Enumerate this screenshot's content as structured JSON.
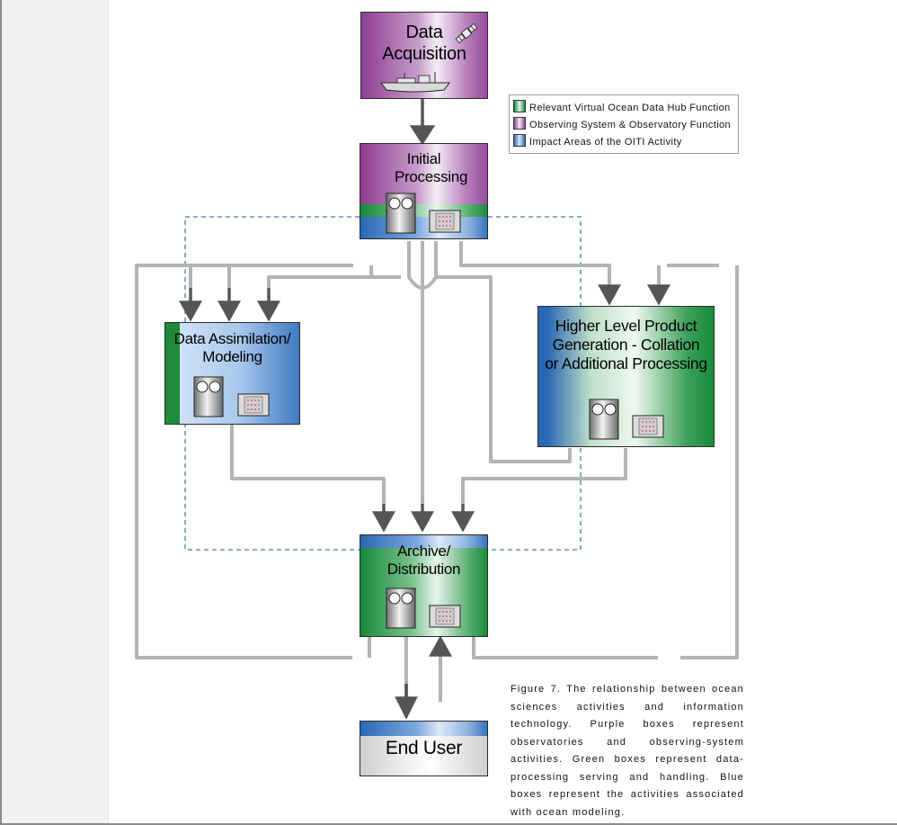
{
  "diagram": {
    "nodes": {
      "data_acquisition": {
        "title": "Data Acquisition"
      },
      "initial_processing": {
        "title": "Initial Processing"
      },
      "data_assimilation": {
        "title": "Data Assimilation/ Modeling"
      },
      "higher_level": {
        "title": "Higher Level Product Generation - Collation or Additional Processing"
      },
      "archive": {
        "title": "Archive/ Distribution"
      },
      "end_user": {
        "title": "End User"
      }
    },
    "legend": [
      {
        "label": "Relevant Virtual Ocean Data Hub Function",
        "color": "#178a3a"
      },
      {
        "label": "Observing System & Observatory Function",
        "color": "#a765ac"
      },
      {
        "label": "Impact Areas of the OITI Activity",
        "color": "#3f7ac2"
      }
    ],
    "colors": {
      "connector": "#b3b3b3",
      "arrow": "#555555",
      "dashed": "#3a82a8"
    }
  },
  "caption": "Figure 7. The relationship between ocean sciences activities and information technology. Purple boxes represent observatories and observing-system activities. Green boxes represent data-processing serving and handling. Blue boxes represent the activities associated with ocean modeling."
}
